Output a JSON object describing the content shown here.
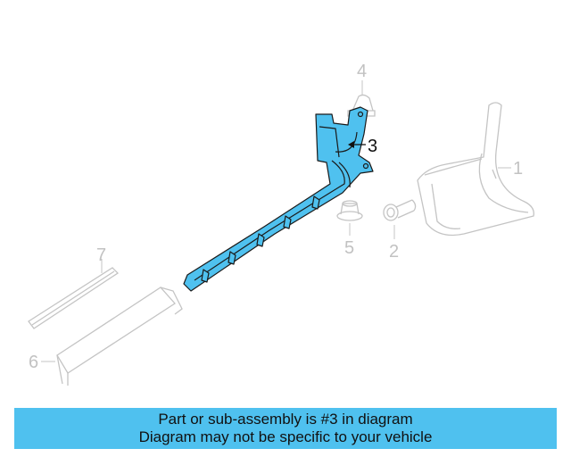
{
  "colors": {
    "highlight_fill": "#4fc1ef",
    "highlight_stroke": "#1a1a1a",
    "faded_stroke": "#c4c4c4",
    "caption_bg": "#4fc1ef"
  },
  "callouts": {
    "c1": "1",
    "c2": "2",
    "c3": "3",
    "c4": "4",
    "c5": "5",
    "c6": "6",
    "c7": "7"
  },
  "caption": {
    "line1": "Part or sub-assembly is #3 in diagram",
    "line2": "Diagram may not be specific to your vehicle"
  }
}
